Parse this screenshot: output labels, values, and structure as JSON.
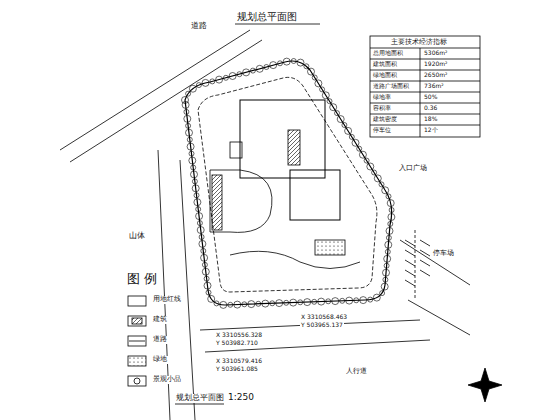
{
  "diagram": {
    "title": "规划总平面图",
    "caption": "规划总平面图",
    "labels": [
      "1:250",
      "道路",
      "入口广场",
      "人行道",
      "山体",
      "停车场",
      "X 3310568.463",
      "Y 503965.137",
      "X 3310556.328",
      "Y 503982.710",
      "X 3310579.416",
      "Y 503961.085",
      "主要技术经济指标",
      "总用地面积",
      "5306m²",
      "建筑面积",
      "1920m²",
      "绿地面积",
      "2650m²",
      "道路广场面积",
      "736m²",
      "绿地率",
      "50%",
      "容积率",
      "0.36",
      "建筑密度",
      "18%",
      "停车位",
      "12个",
      "图 例"
    ],
    "legend": [
      {
        "text": "用地红线"
      },
      {
        "text": "建筑"
      },
      {
        "text": "道路"
      },
      {
        "text": "绿地"
      },
      {
        "text": "景观小品"
      }
    ]
  }
}
